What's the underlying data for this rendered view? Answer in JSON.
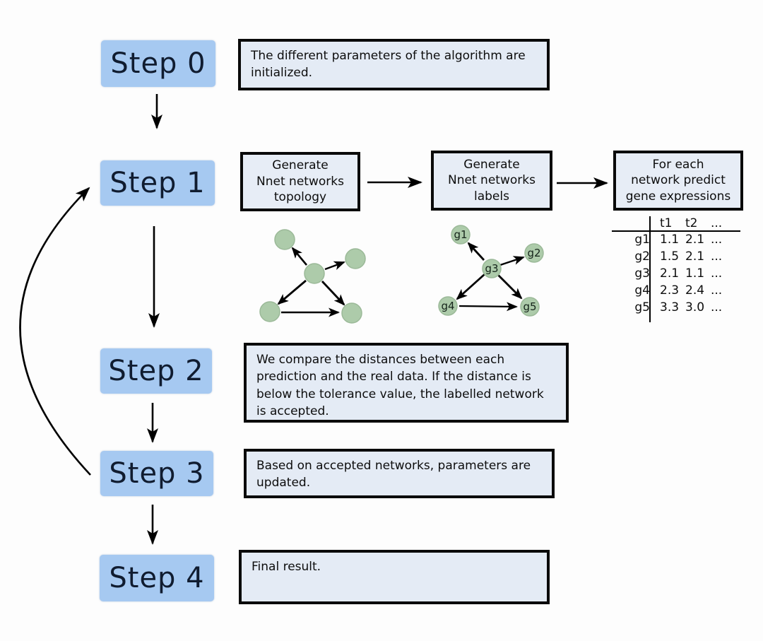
{
  "steps": [
    {
      "label": "Step 0",
      "description": "The different parameters of the algorithm are initialized."
    },
    {
      "label": "Step 1",
      "description": ""
    },
    {
      "label": "Step 2",
      "description": "We compare the distances between each prediction and the real data. If the distance is below the tolerance value, the labelled network is accepted."
    },
    {
      "label": "Step 3",
      "description": "Based on accepted networks, parameters are updated."
    },
    {
      "label": "Step 4",
      "description": "Final result."
    }
  ],
  "step1_pipeline": [
    {
      "label": "Generate\nNnet networks\ntopology"
    },
    {
      "label": "Generate\nNnet networks\nlabels"
    },
    {
      "label": "For each\nnetwork predict\ngene expressions"
    }
  ],
  "labeled_network": {
    "nodes": [
      "g1",
      "g2",
      "g3",
      "g4",
      "g5"
    ],
    "edges": [
      "g3→g1",
      "g3→g2",
      "g3→g4",
      "g3→g5",
      "g4→g5"
    ]
  },
  "expression_table": {
    "columns": [
      "t1",
      "t2",
      "..."
    ],
    "rows": [
      {
        "gene": "g1",
        "values": [
          "1.1",
          "2.1",
          "..."
        ]
      },
      {
        "gene": "g2",
        "values": [
          "1.5",
          "2.1",
          "..."
        ]
      },
      {
        "gene": "g3",
        "values": [
          "2.1",
          "1.1",
          "..."
        ]
      },
      {
        "gene": "g4",
        "values": [
          "2.3",
          "2.4",
          "..."
        ]
      },
      {
        "gene": "g5",
        "values": [
          "3.3",
          "3.0",
          "..."
        ]
      }
    ]
  },
  "colors": {
    "step_fill": "#a6c9f1",
    "desc_fill": "#e4ebf5",
    "node_fill": "#adcbaa",
    "arrow": "#000000"
  }
}
